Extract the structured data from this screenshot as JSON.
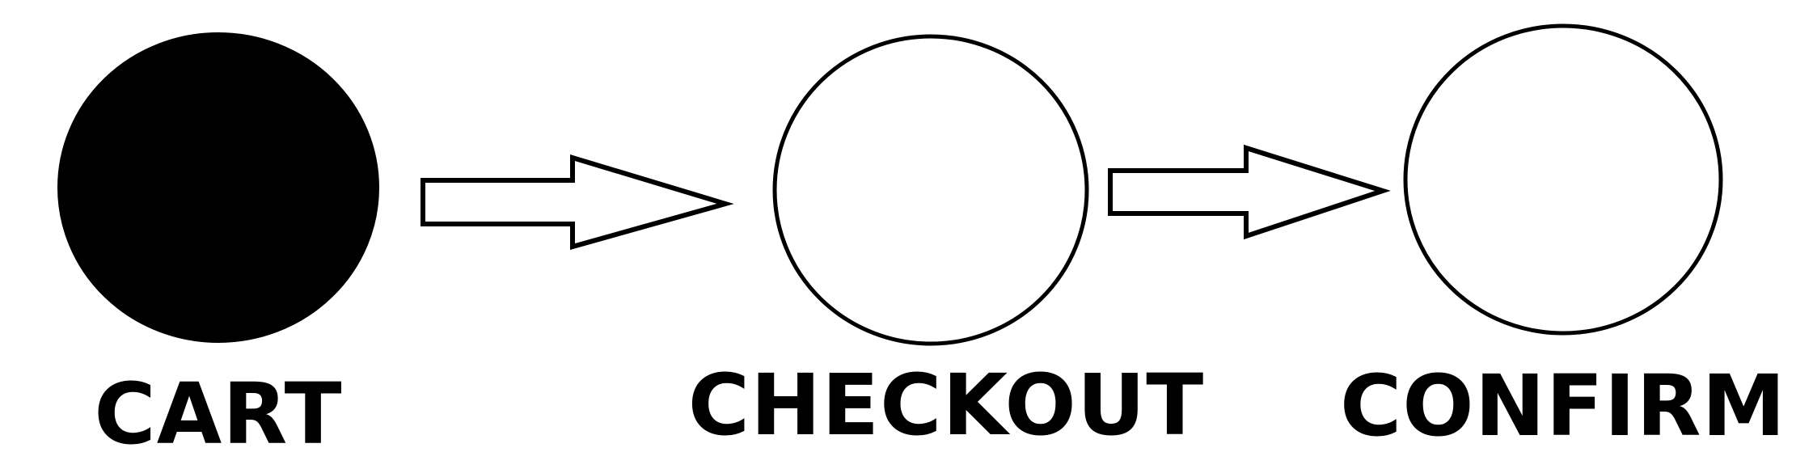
{
  "steps": [
    {
      "label": "CART",
      "state": "active"
    },
    {
      "label": "CHECKOUT",
      "state": "pending"
    },
    {
      "label": "CONFIRM",
      "state": "pending"
    }
  ],
  "colors": {
    "active_fill": "#000000",
    "pending_fill": "#ffffff",
    "stroke": "#000000"
  }
}
